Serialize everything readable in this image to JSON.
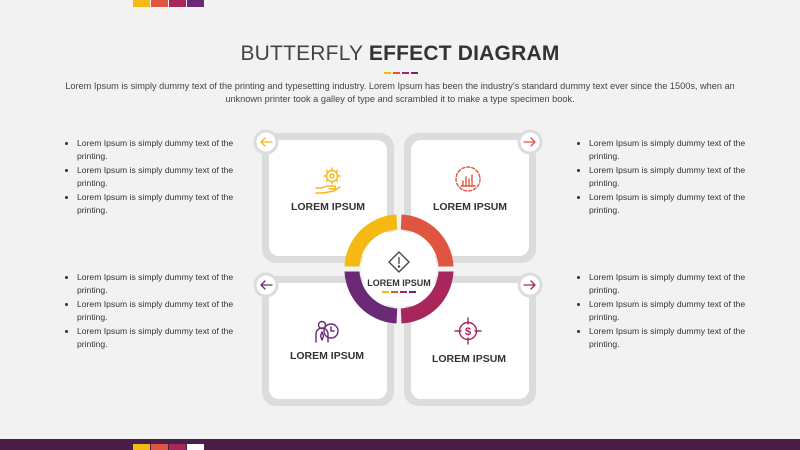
{
  "colors": {
    "yellow": "#f5b914",
    "orange": "#e0553f",
    "magenta": "#a8265c",
    "purple": "#6a2a78",
    "bottom_bar": "#4a1f45",
    "white": "#ffffff"
  },
  "header": {
    "title_light": "BUTTERFLY ",
    "title_bold": "EFFECT DIAGRAM",
    "subtitle": "Lorem Ipsum is simply dummy text of the printing and typesetting industry. Lorem Ipsum has been the industry's standard dummy text ever since the 1500s, when an unknown printer took a galley of type and scrambled it to make a type specimen book."
  },
  "quadrants": {
    "top_left": {
      "label": "LOREM IPSUM",
      "icon": "gear-hand-icon",
      "arrow": "arrow-left-icon"
    },
    "top_right": {
      "label": "LOREM IPSUM",
      "icon": "bar-chart-icon",
      "arrow": "arrow-right-icon"
    },
    "bottom_left": {
      "label": "LOREM IPSUM",
      "icon": "person-clock-icon",
      "arrow": "arrow-left-icon"
    },
    "bottom_right": {
      "label": "LOREM IPSUM",
      "icon": "dollar-target-icon",
      "arrow": "arrow-right-icon"
    }
  },
  "center": {
    "label": "LOREM IPSUM",
    "icon": "warning-diamond-icon"
  },
  "bullets": {
    "top_left": [
      "Lorem Ipsum is simply dummy text of the printing.",
      "Lorem Ipsum is simply dummy text of the printing.",
      "Lorem Ipsum is simply dummy text of the printing."
    ],
    "top_right": [
      "Lorem Ipsum is simply dummy text of the printing.",
      "Lorem Ipsum is simply dummy text of the printing.",
      "Lorem Ipsum is simply dummy text of the printing."
    ],
    "bottom_left": [
      "Lorem Ipsum is simply dummy text of the printing.",
      "Lorem Ipsum is simply dummy text of the printing.",
      "Lorem Ipsum is simply dummy text of the printing."
    ],
    "bottom_right": [
      "Lorem Ipsum is simply dummy text of the printing.",
      "Lorem Ipsum is simply dummy text of the printing.",
      "Lorem Ipsum is simply dummy text of the printing."
    ]
  }
}
